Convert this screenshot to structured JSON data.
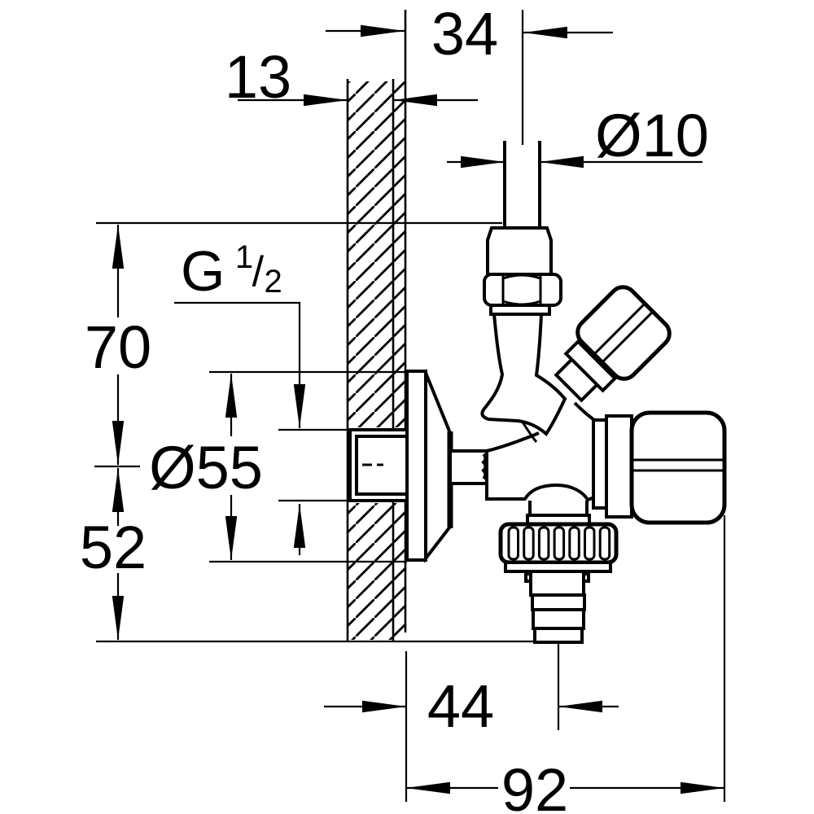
{
  "page": {
    "background": "#ffffff"
  },
  "drawing": {
    "title": "Angle valve installation dimension drawing",
    "stroke_color": "#000000",
    "labels": {
      "riser_offset": "34",
      "wall_allowance": "13",
      "riser_diameter": "Ø10",
      "thread_g": "G",
      "thread_num": "1",
      "thread_slash": "/",
      "thread_den": "2",
      "upper_height": "70",
      "rosette_diameter": "Ø55",
      "lower_height": "52",
      "outlet_offset": "44",
      "overall_depth": "92"
    }
  }
}
